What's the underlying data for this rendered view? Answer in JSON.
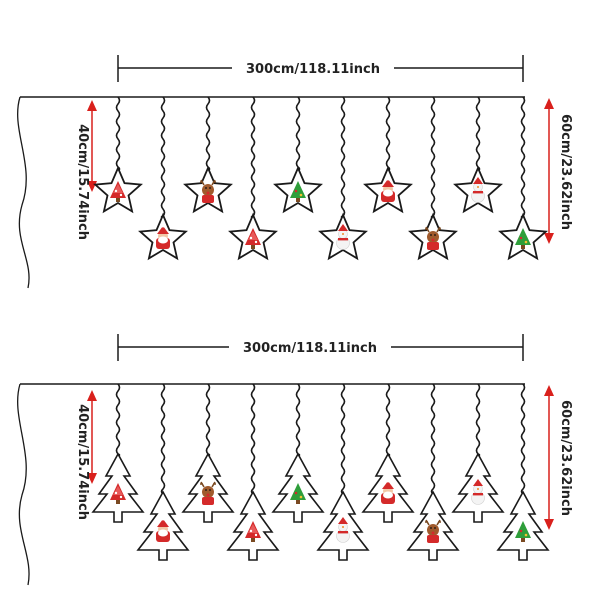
{
  "panels": [
    {
      "id": "stars",
      "shape": "star",
      "width_label": "300cm/118.11inch",
      "short_drop_label": "40cm/15.74inch",
      "long_drop_label": "60cm/23.62inch",
      "ornaments": [
        "tree",
        "santa",
        "reindeer",
        "tree",
        "tree",
        "snowman",
        "santa",
        "reindeer",
        "snowman",
        "tree"
      ]
    },
    {
      "id": "trees",
      "shape": "tree",
      "width_label": "300cm/118.11inch",
      "short_drop_label": "40cm/15.74inch",
      "long_drop_label": "60cm/23.62inch",
      "ornaments": [
        "tree",
        "santa",
        "reindeer",
        "tree",
        "tree",
        "snowman",
        "santa",
        "reindeer",
        "snowman",
        "tree"
      ]
    }
  ],
  "colors": {
    "line": "#1a1a1a",
    "arrow": "#d9201c",
    "red": "#d42a2a",
    "green": "#2e9e3a",
    "skin": "#f2c7a6",
    "brown": "#7a4a22",
    "white": "#ffffff"
  }
}
